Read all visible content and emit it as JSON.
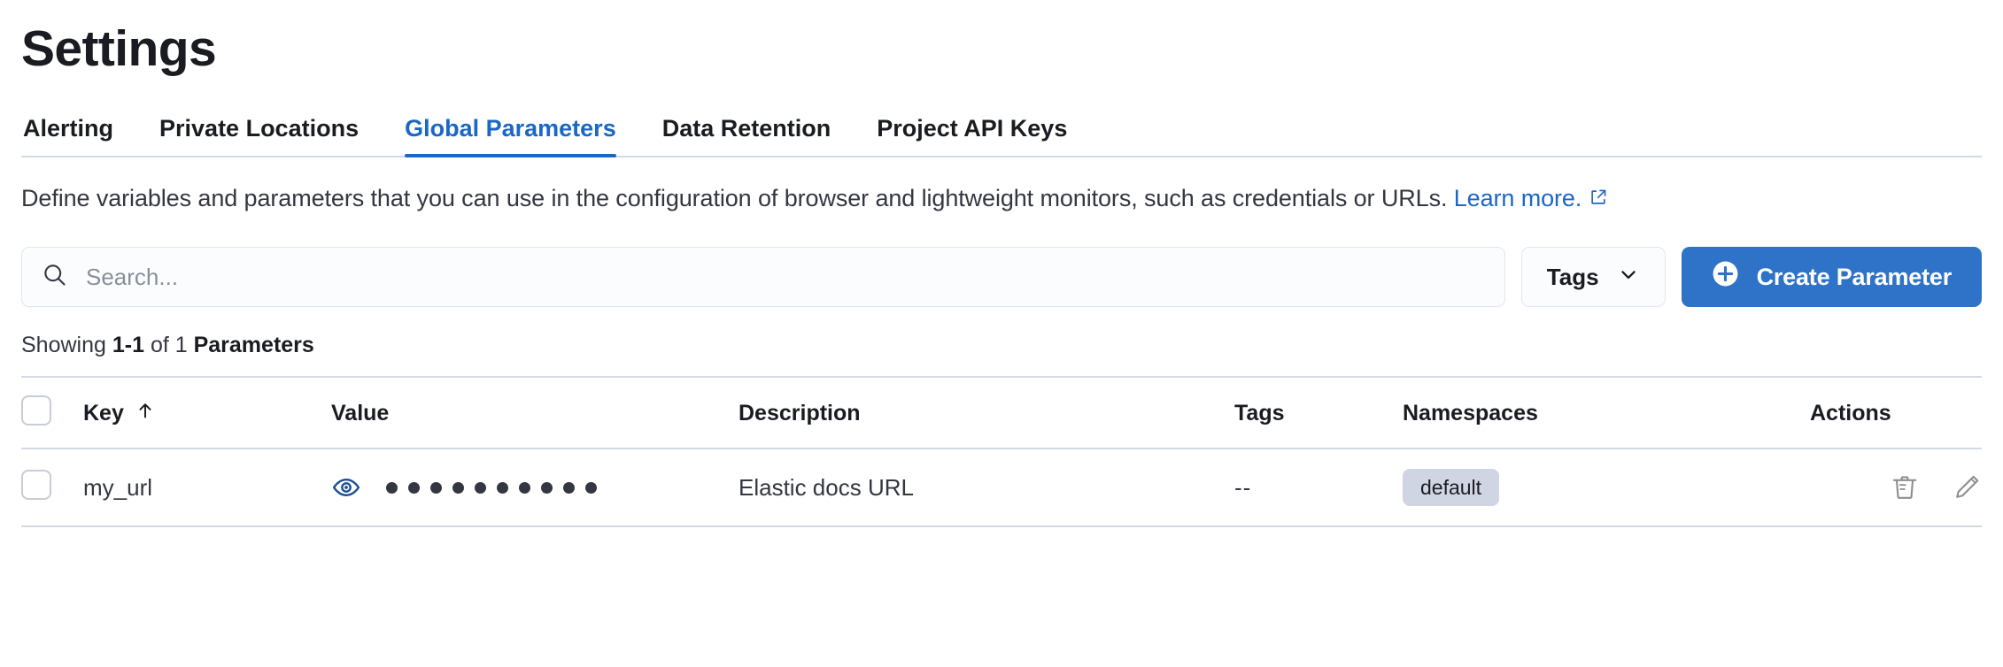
{
  "page": {
    "title": "Settings"
  },
  "tabs": [
    {
      "label": "Alerting",
      "active": false
    },
    {
      "label": "Private Locations",
      "active": false
    },
    {
      "label": "Global Parameters",
      "active": true
    },
    {
      "label": "Data Retention",
      "active": false
    },
    {
      "label": "Project API Keys",
      "active": false
    }
  ],
  "description": {
    "text": "Define variables and parameters that you can use in the configuration of browser and lightweight monitors, such as credentials or URLs. ",
    "link_text": "Learn more.",
    "link_icon": "external-link-icon"
  },
  "controls": {
    "search": {
      "placeholder": "Search...",
      "value": "",
      "icon": "search-icon"
    },
    "tags_filter": {
      "label": "Tags",
      "icon": "chevron-down-icon"
    },
    "create_button": {
      "label": "Create Parameter",
      "icon": "plus-circle-icon",
      "color": "#2f73c8"
    }
  },
  "results_summary": {
    "prefix": "Showing ",
    "range": "1-1",
    "middle": " of 1 ",
    "entity": "Parameters"
  },
  "table": {
    "columns": [
      {
        "key": "select",
        "label": ""
      },
      {
        "key": "key",
        "label": "Key",
        "sort": "asc",
        "sort_icon": "arrow-up-icon"
      },
      {
        "key": "value",
        "label": "Value"
      },
      {
        "key": "description",
        "label": "Description"
      },
      {
        "key": "tags",
        "label": "Tags"
      },
      {
        "key": "namespaces",
        "label": "Namespaces"
      },
      {
        "key": "actions",
        "label": "Actions"
      }
    ],
    "rows": [
      {
        "key": "my_url",
        "value_masked": true,
        "value_mask_dots": 10,
        "value_reveal_icon": "eye-icon",
        "description": "Elastic docs URL",
        "tags": "--",
        "namespaces": [
          "default"
        ],
        "actions": [
          "trash-icon",
          "pencil-icon"
        ]
      }
    ]
  },
  "colors": {
    "accent": "#1b67c4",
    "primary_button": "#2f73c8",
    "badge_bg": "#cfd5e3",
    "border": "#d3dae6",
    "text": "#343741"
  }
}
